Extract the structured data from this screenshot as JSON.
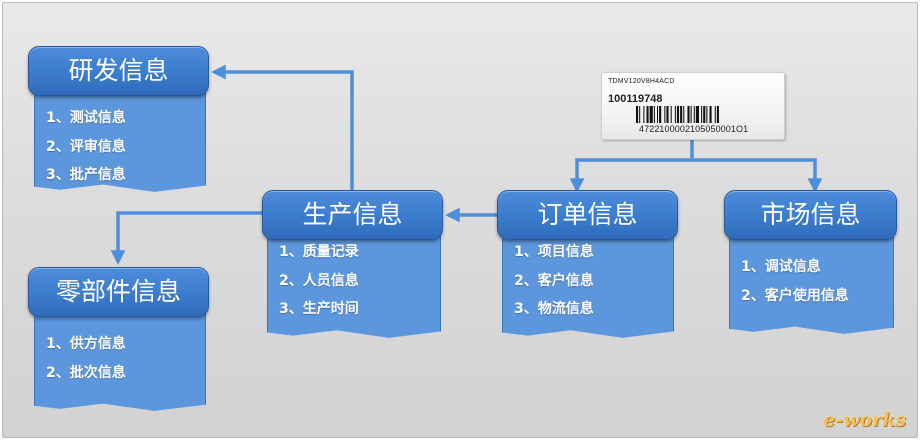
{
  "nodes": [
    {
      "id": "rd",
      "title": "研发信息",
      "items": [
        "1、测试信息",
        "2、评审信息",
        "3、批产信息"
      ]
    },
    {
      "id": "production",
      "title": "生产信息",
      "items": [
        "1、质量记录",
        "2、人员信息",
        "3、生产时间"
      ]
    },
    {
      "id": "order",
      "title": "订单信息",
      "items": [
        "1、项目信息",
        "2、客户信息",
        "3、物流信息"
      ]
    },
    {
      "id": "market",
      "title": "市场信息",
      "items": [
        "1、调试信息",
        "2、客户使用信息"
      ]
    },
    {
      "id": "parts",
      "title": "零部件信息",
      "items": [
        "1、供方信息",
        "2、批次信息"
      ]
    }
  ],
  "barcode": {
    "model": "TDMV120V8H4ACD",
    "serial": "100119748",
    "digits": "4722100002105050001O1"
  },
  "logo": "e-works",
  "colors": {
    "box_fill": "#3f7fd0",
    "doc_fill": "#5c96dc",
    "arrow": "#4e8fdc"
  }
}
